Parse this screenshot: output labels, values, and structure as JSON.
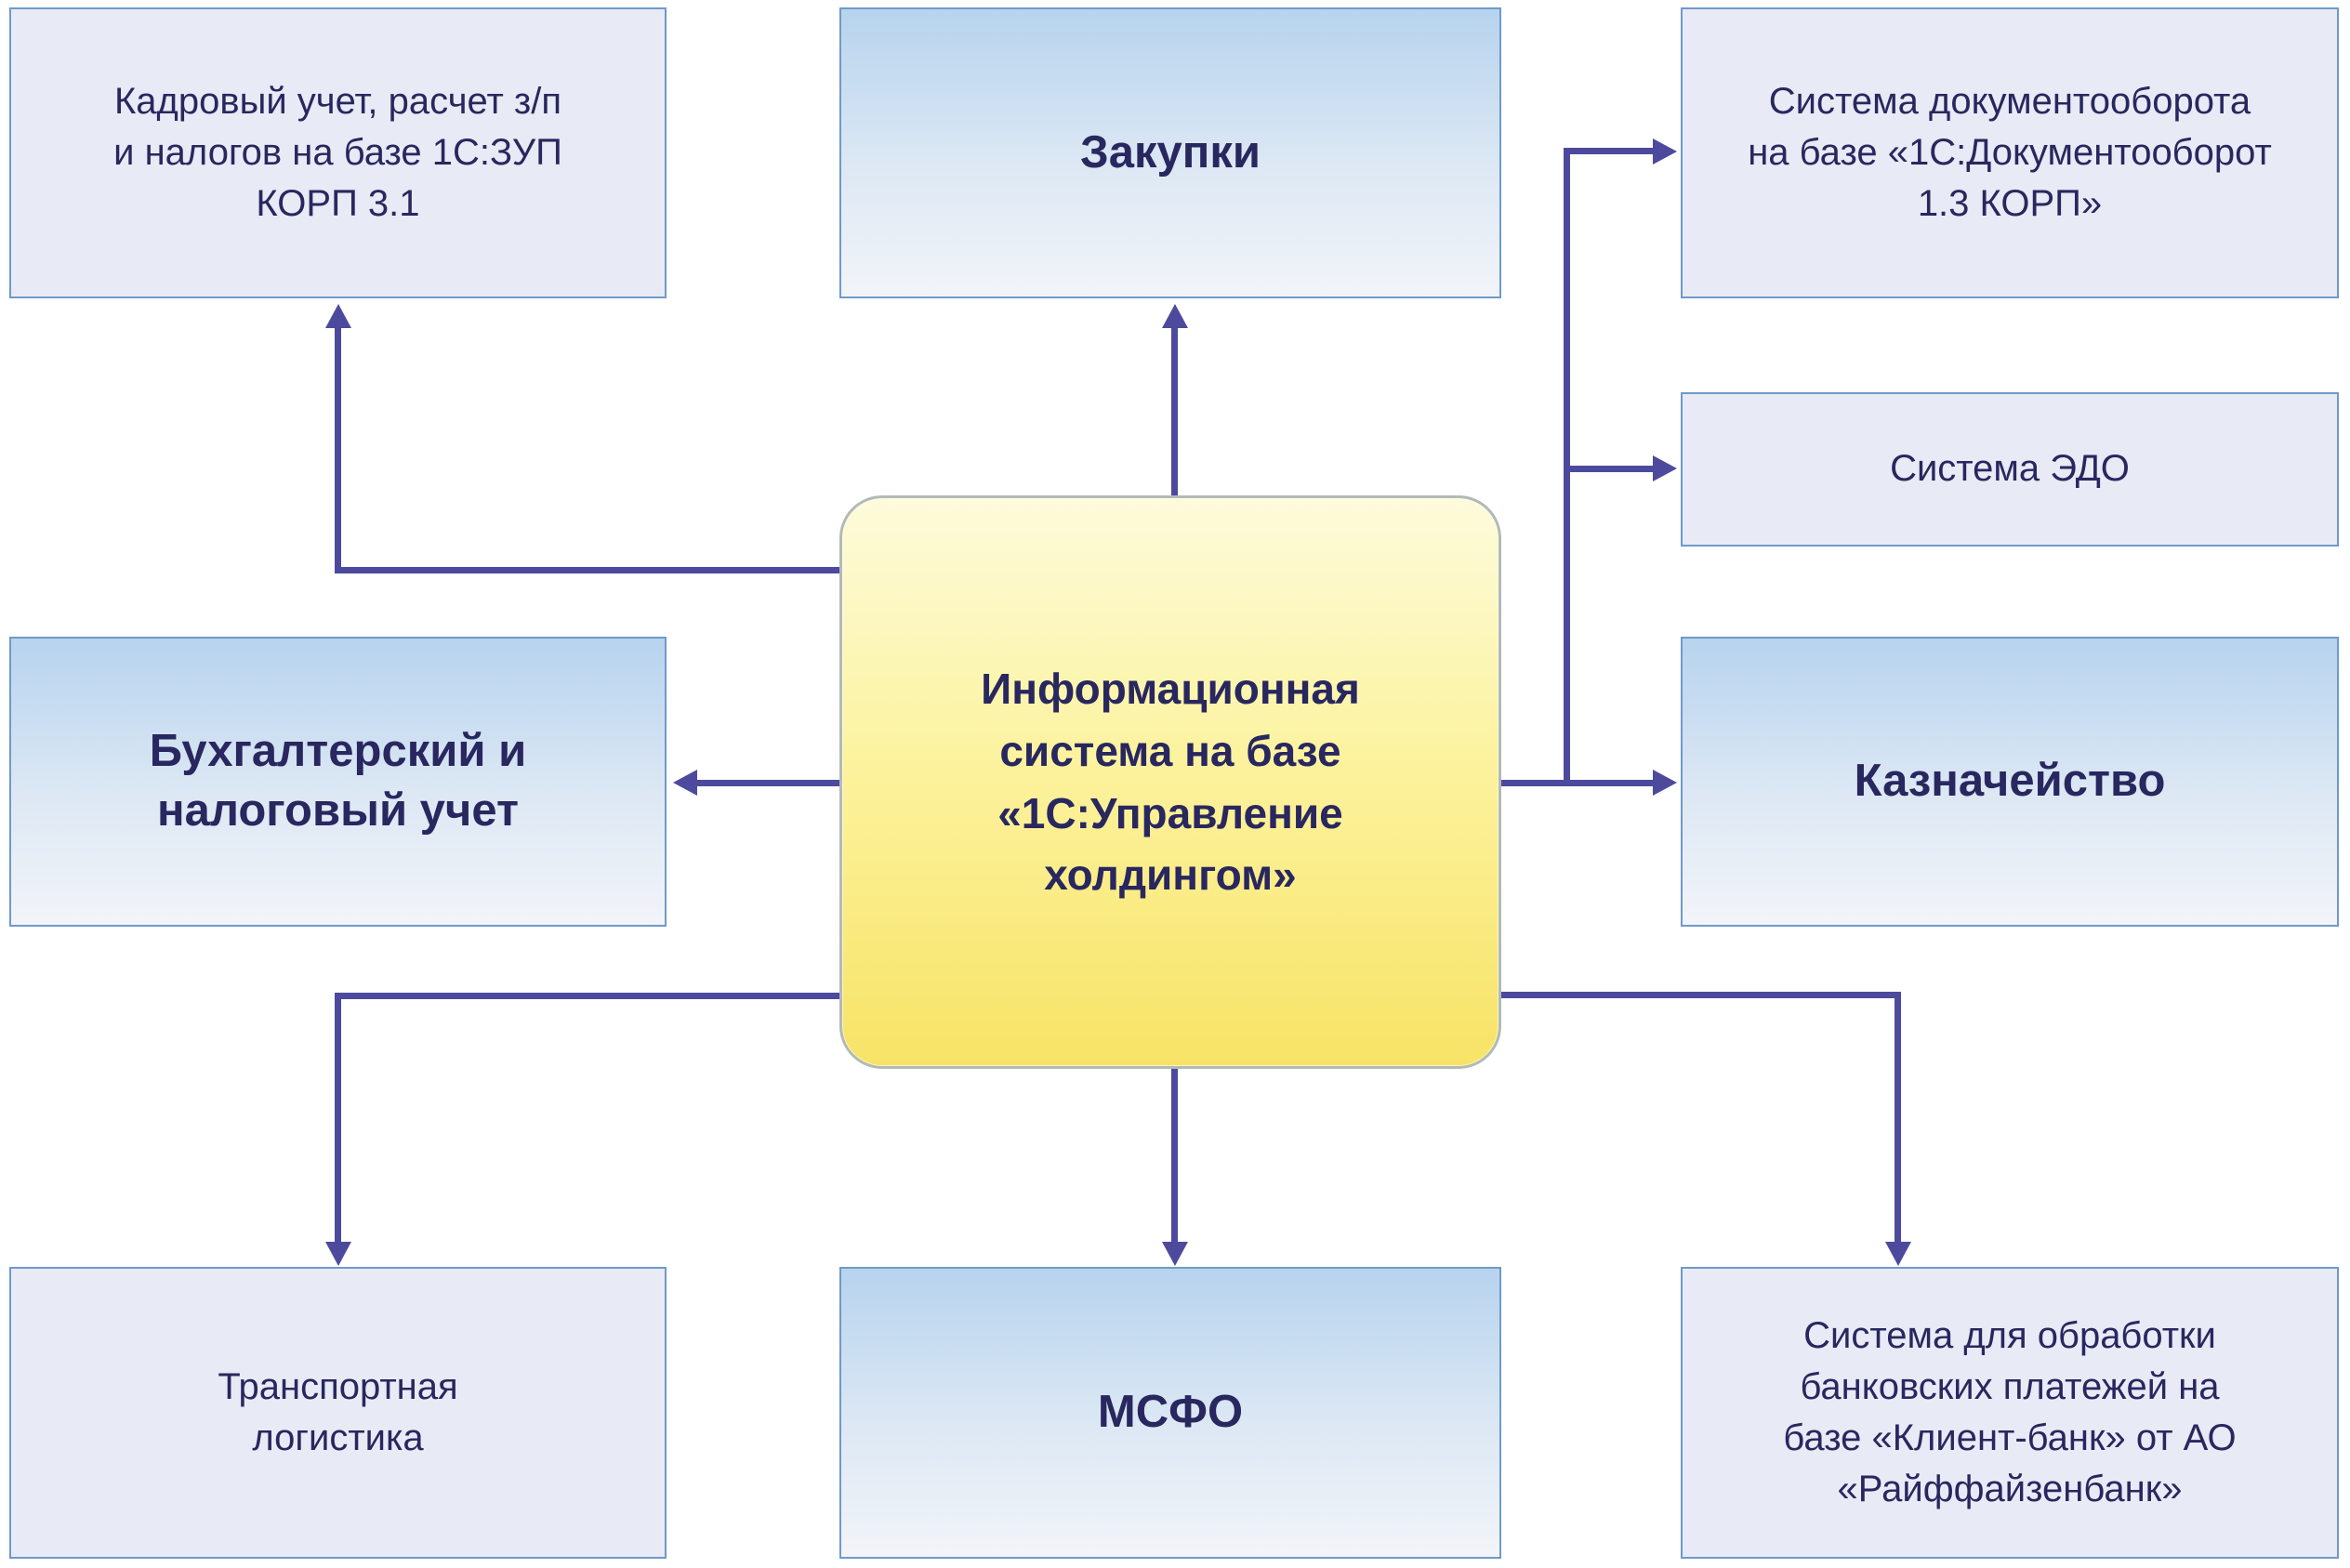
{
  "diagram": {
    "center": {
      "label": "Информационная\nсистема на базе\n«1С:Управление\nхолдингом»"
    },
    "nodes": {
      "hr": {
        "label": "Кадровый учет, расчет з/п\nи налогов на базе 1С:ЗУП\nКОРП 3.1"
      },
      "purchases": {
        "label": "Закупки"
      },
      "docflow": {
        "label": "Система документооборота\nна базе «1С:Документооборот\n1.3 КОРП»"
      },
      "edo": {
        "label": "Система ЭДО"
      },
      "accounting": {
        "label": "Бухгалтерский и\nналоговый учет"
      },
      "treasury": {
        "label": "Казначейство"
      },
      "transport": {
        "label": "Транспортная\nлогистика"
      },
      "msfo": {
        "label": "МСФО"
      },
      "bank": {
        "label": "Система для обработки\nбанковских платежей на\nбазе «Клиент-банк» от АО\n«Райффайзенбанк»"
      }
    },
    "colors": {
      "connector": "#4d4a9e",
      "box_border": "#6f9aca",
      "flat_fill": "#e8eaf5",
      "gradient_top": "#b7d3ee",
      "gradient_bottom": "#f2f4f9",
      "center_top": "#fdfbdc",
      "center_bottom": "#f7e366",
      "center_border": "#b2bab4",
      "text": "#29275f"
    }
  }
}
